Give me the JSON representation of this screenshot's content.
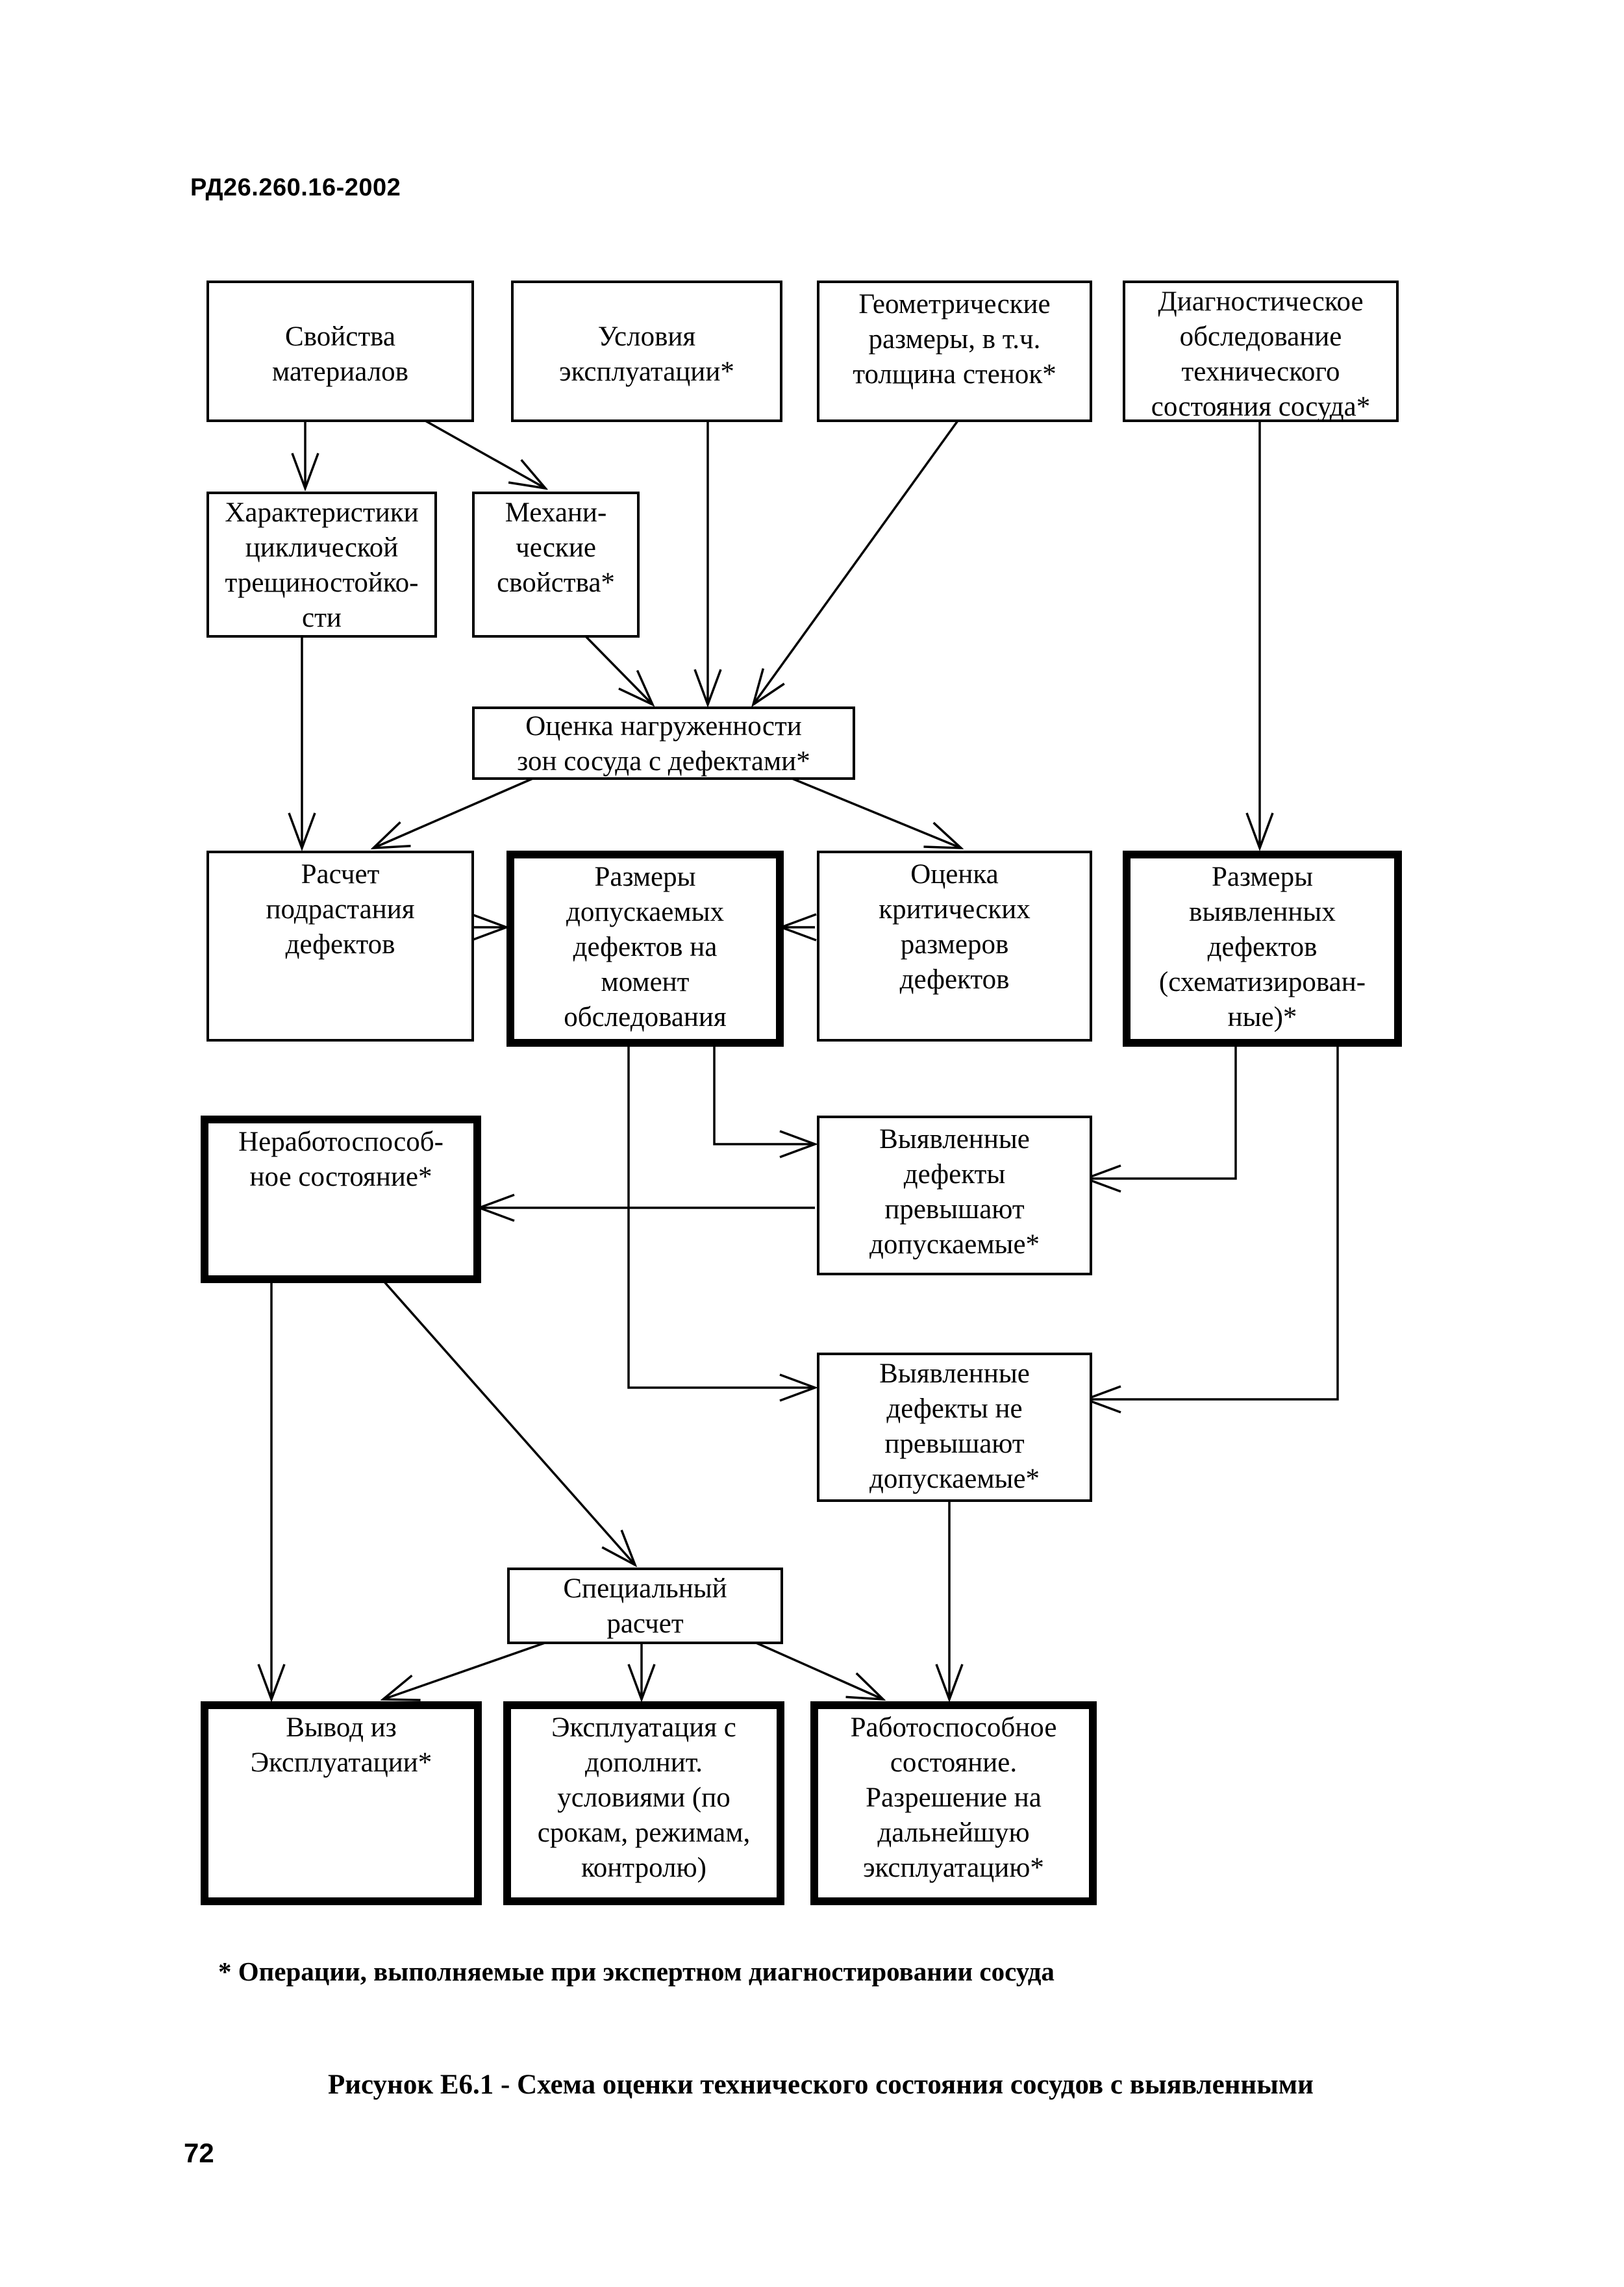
{
  "header": {
    "doc_code": "РД26.260.16-2002"
  },
  "boxes": {
    "material_props": "Свойства\nматериалов",
    "operating_conditions": "Условия\nэксплуатации*",
    "geometric_dimensions": "Геометрические\nразмеры, в т.ч.\nтолщина стенок*",
    "diagnostic_survey": "Диагностическое\nобследование\nтехнического\nсостояния сосуда*",
    "cyclic_crack_resistance": "Характеристики\nциклической\nтрещиностойко-\nсти",
    "mechanical_props": "Механи-\nческие\nсвойства*",
    "load_assessment": "Оценка нагруженности\nзон сосуда с дефектами*",
    "defect_growth_calc": "Расчет\nподрастания\nдефектов",
    "allowable_defect_sizes": "Размеры\nдопускаемых\nдефектов на\nмомент\nобследования",
    "critical_size_assessment": "Оценка\nкритических\nразмеров\nдефектов",
    "detected_defect_sizes": "Размеры\nвыявленных\nдефектов\n(схематизирован-\nные)*",
    "inoperable_state": "Неработоспособ-\nное состояние*",
    "defects_exceed": "Выявленные\nдефекты\nпревышают\nдопускаемые*",
    "defects_not_exceed": "Выявленные\nдефекты не\nпревышают\nдопускаемые*",
    "special_calc": "Специальный\nрасчет",
    "decommission": "Вывод из\nЭксплуатации*",
    "conditional_operation": "Эксплуатация с\nдополнит.\nусловиями (по\nсрокам, режимам,\nконтролю)",
    "operable_state": "Работоспособное\nсостояние.\nРазрешение на\nдальнейшую\nэксплуатацию*"
  },
  "footnote": "* Операции, выполняемые при экспертном диагностировании сосуда",
  "caption": "Рисунок Е6.1 - Схема оценки технического состояния сосудов с выявленными",
  "page_number": "72"
}
